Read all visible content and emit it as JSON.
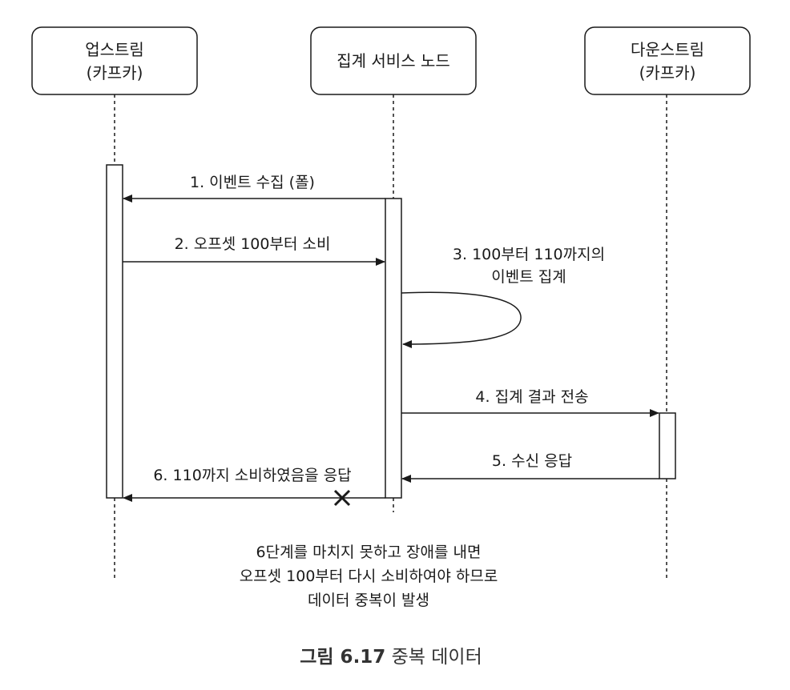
{
  "participants": [
    {
      "id": "upstream",
      "line1": "업스트림",
      "line2": "(카프카)"
    },
    {
      "id": "aggregator",
      "line1": "집계 서비스 노드",
      "line2": ""
    },
    {
      "id": "downstream",
      "line1": "다운스트림",
      "line2": "(카프카)"
    }
  ],
  "messages": [
    {
      "id": "m1",
      "text": "1. 이벤트 수집 (폴)"
    },
    {
      "id": "m2",
      "text": "2. 오프셋 100부터 소비"
    },
    {
      "id": "m3",
      "line1": "3. 100부터 110까지의",
      "line2": "이벤트 집계"
    },
    {
      "id": "m4",
      "text": "4. 집계 결과 전송"
    },
    {
      "id": "m5",
      "text": "5. 수신 응답"
    },
    {
      "id": "m6",
      "text": "6. 110까지 소비하였음을 응답"
    }
  ],
  "note": {
    "line1": "6단계를 마치지 못하고 장애를 내면",
    "line2": "오프셋 100부터 다시 소비하여야 하므로",
    "line3": "데이터 중복이 발생"
  },
  "caption": {
    "prefix": "그림 6.17",
    "text": " 중복 데이터"
  },
  "colors": {
    "line": "#1a1a1a",
    "box_fill": "#ffffff",
    "failure_mark": "#1a1a1a"
  },
  "icons": {
    "failure": "x-mark-icon"
  }
}
